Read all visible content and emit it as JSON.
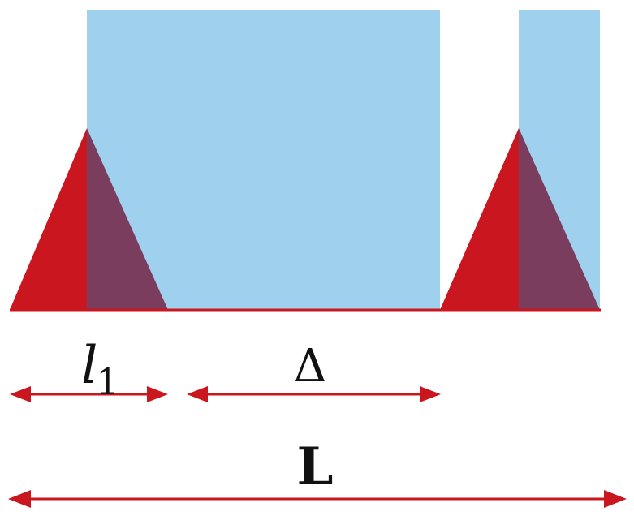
{
  "labels": {
    "l1_base": "l",
    "l1_sub": "1",
    "delta": "Δ",
    "L": "L"
  },
  "colors": {
    "blue_region": "#9fd1ee",
    "red_triangle": "#c9161f",
    "purple_triangle": "#7a3d5e",
    "dimension_line": "#c9161f",
    "text": "#111111",
    "background": "#ffffff"
  }
}
